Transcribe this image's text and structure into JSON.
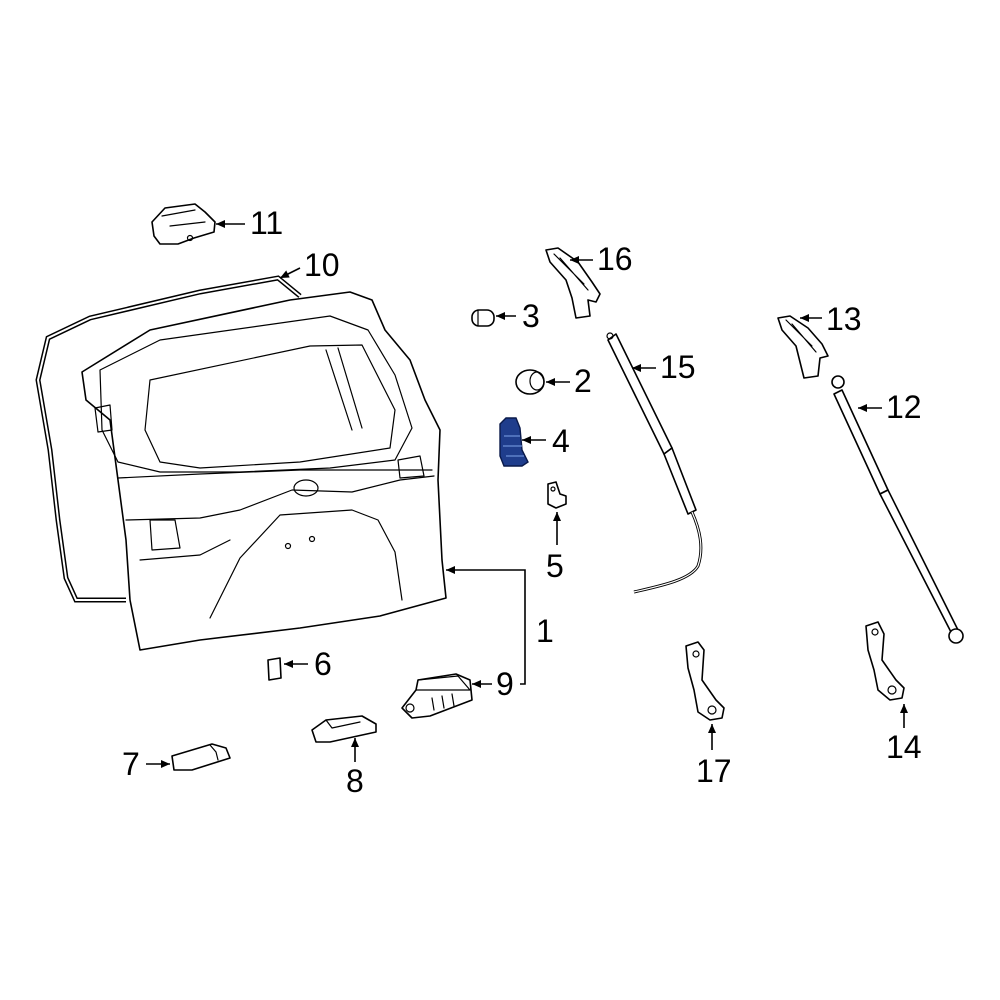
{
  "callouts": {
    "c1": "1",
    "c2": "2",
    "c3": "3",
    "c4": "4",
    "c5": "5",
    "c6": "6",
    "c7": "7",
    "c8": "8",
    "c9": "9",
    "c10": "10",
    "c11": "11",
    "c12": "12",
    "c13": "13",
    "c14": "14",
    "c15": "15",
    "c16": "16",
    "c17": "17"
  },
  "highlighted_part": "4",
  "colors": {
    "highlight": "#1f3d8c",
    "line": "#000000",
    "background": "#ffffff"
  }
}
